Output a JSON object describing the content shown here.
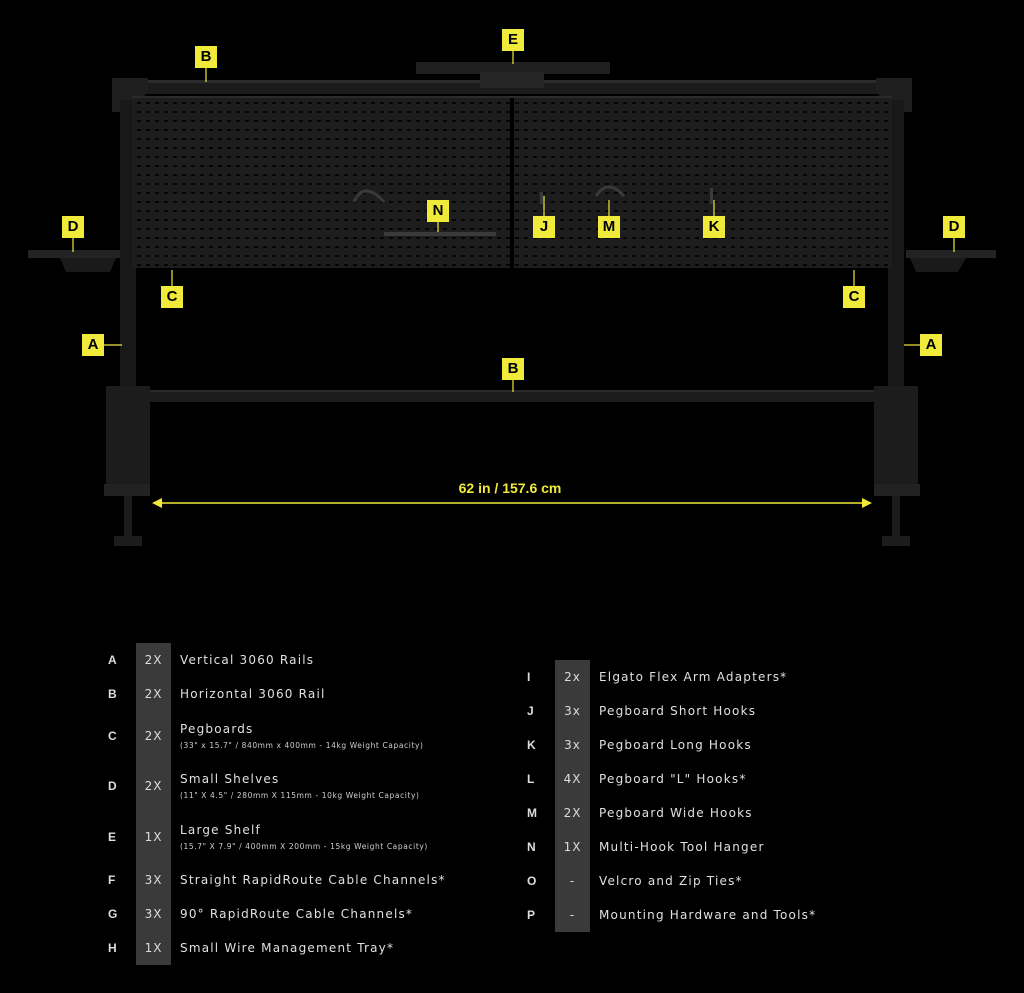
{
  "colors": {
    "accent": "#f0ea3a",
    "background": "#000000",
    "qty_box": "#3a3a3a",
    "frame": "#1a1a1a"
  },
  "diagram": {
    "dimension_label": "62 in / 157.6 cm",
    "callouts": [
      {
        "id": "B-top",
        "letter": "B"
      },
      {
        "id": "E",
        "letter": "E"
      },
      {
        "id": "D-left",
        "letter": "D"
      },
      {
        "id": "D-right",
        "letter": "D"
      },
      {
        "id": "N",
        "letter": "N"
      },
      {
        "id": "J",
        "letter": "J"
      },
      {
        "id": "M",
        "letter": "M"
      },
      {
        "id": "K",
        "letter": "K"
      },
      {
        "id": "C-left",
        "letter": "C"
      },
      {
        "id": "C-right",
        "letter": "C"
      },
      {
        "id": "A-left",
        "letter": "A"
      },
      {
        "id": "A-right",
        "letter": "A"
      },
      {
        "id": "B-mid",
        "letter": "B"
      }
    ]
  },
  "parts_left": [
    {
      "letter": "A",
      "qty": "2X",
      "name": "Vertical 3060 Rails",
      "spec": ""
    },
    {
      "letter": "B",
      "qty": "2X",
      "name": "Horizontal 3060 Rail",
      "spec": ""
    },
    {
      "letter": "C",
      "qty": "2X",
      "name": "Pegboards",
      "spec": "(33\" x 15.7\" / 840mm x 400mm - 14kg Weight Capacity)"
    },
    {
      "letter": "D",
      "qty": "2X",
      "name": "Small Shelves",
      "spec": "(11\" X 4.5\" / 280mm X 115mm - 10kg Weight Capacity)"
    },
    {
      "letter": "E",
      "qty": "1X",
      "name": "Large Shelf",
      "spec": "(15.7\" X 7.9\" / 400mm X 200mm - 15kg Weight Capacity)"
    },
    {
      "letter": "F",
      "qty": "3X",
      "name": "Straight RapidRoute Cable Channels*",
      "spec": ""
    },
    {
      "letter": "G",
      "qty": "3X",
      "name": "90° RapidRoute Cable Channels*",
      "spec": ""
    },
    {
      "letter": "H",
      "qty": "1X",
      "name": "Small Wire Management Tray*",
      "spec": ""
    }
  ],
  "parts_right": [
    {
      "letter": "I",
      "qty": "2x",
      "name": "Elgato Flex Arm Adapters*",
      "spec": ""
    },
    {
      "letter": "J",
      "qty": "3x",
      "name": "Pegboard Short Hooks",
      "spec": ""
    },
    {
      "letter": "K",
      "qty": "3x",
      "name": "Pegboard Long Hooks",
      "spec": ""
    },
    {
      "letter": "L",
      "qty": "4X",
      "name": "Pegboard \"L\" Hooks*",
      "spec": ""
    },
    {
      "letter": "M",
      "qty": "2X",
      "name": "Pegboard Wide Hooks",
      "spec": ""
    },
    {
      "letter": "N",
      "qty": "1X",
      "name": "Multi-Hook Tool Hanger",
      "spec": ""
    },
    {
      "letter": "O",
      "qty": "-",
      "name": "Velcro and Zip Ties*",
      "spec": ""
    },
    {
      "letter": "P",
      "qty": "-",
      "name": "Mounting Hardware and Tools*",
      "spec": ""
    }
  ]
}
